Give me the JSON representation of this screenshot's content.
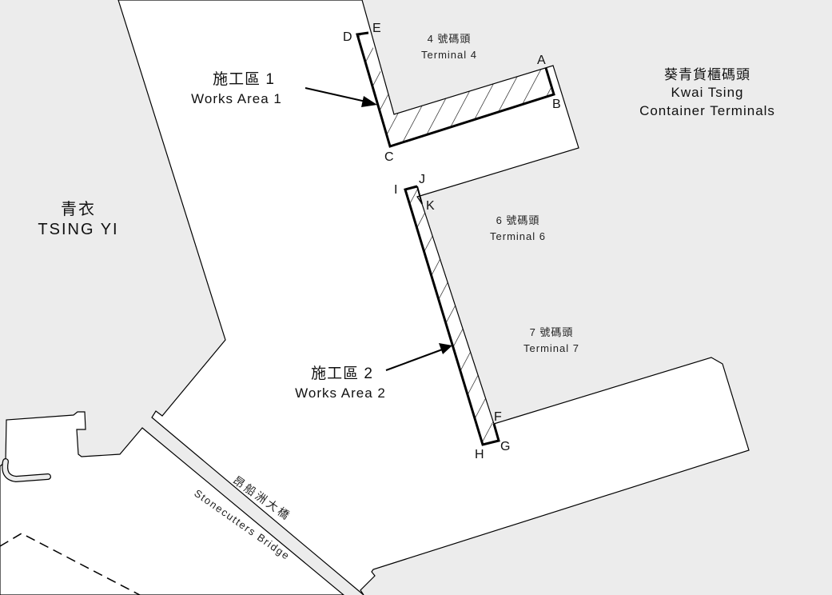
{
  "colors": {
    "land": "#ececec",
    "water": "#ffffff",
    "outline": "#000000"
  },
  "labels": {
    "terminal4_zh": "4 號碼頭",
    "terminal4_en": "Terminal 4",
    "terminal6_zh": "6 號碼頭",
    "terminal6_en": "Terminal 6",
    "terminal7_zh": "7 號碼頭",
    "terminal7_en": "Terminal 7",
    "kwai_tsing_zh": "葵青貨櫃碼頭",
    "kwai_tsing_en1": "Kwai Tsing",
    "kwai_tsing_en2": "Container Terminals",
    "tsing_yi_zh": "青衣",
    "tsing_yi_en": "TSING YI",
    "works1_zh": "施工區 1",
    "works1_en": "Works Area 1",
    "works2_zh": "施工區 2",
    "works2_en": "Works Area 2",
    "bridge_zh": "昂船洲大橋",
    "bridge_en": "Stonecutters Bridge"
  },
  "points": {
    "A": "A",
    "B": "B",
    "C": "C",
    "D": "D",
    "E": "E",
    "F": "F",
    "G": "G",
    "H": "H",
    "I": "I",
    "J": "J",
    "K": "K"
  }
}
